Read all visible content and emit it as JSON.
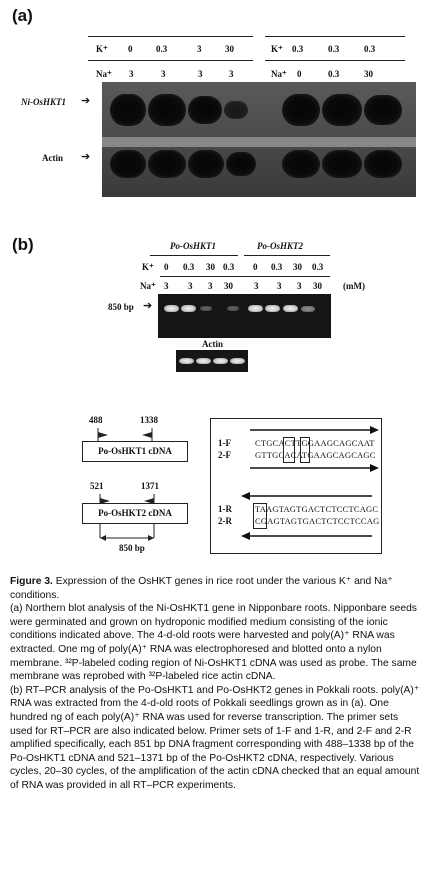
{
  "panel_a": {
    "label": "(a)",
    "k_label": "K⁺",
    "na_label": "Na⁺",
    "left_group": {
      "k": [
        "0",
        "0.3",
        "3",
        "30"
      ],
      "na": [
        "3",
        "3",
        "3",
        "3"
      ]
    },
    "right_group": {
      "k": [
        "0.3",
        "0.3",
        "0.3"
      ],
      "na": [
        "0",
        "0.3",
        "30"
      ]
    },
    "row1_label": "Ni-OsHKT1",
    "row2_label": "Actin"
  },
  "panel_b": {
    "label": "(b)",
    "group1": "Po-OsHKT1",
    "group2": "Po-OsHKT2",
    "k_label": "K⁺",
    "na_label": "Na⁺",
    "k_values": [
      "0",
      "0.3",
      "30",
      "0.3",
      "0",
      "0.3",
      "30",
      "0.3"
    ],
    "na_values": [
      "3",
      "3",
      "3",
      "30",
      "3",
      "3",
      "3",
      "30"
    ],
    "unit": "(mM)",
    "size_marker": "850 bp",
    "actin_label": "Actin"
  },
  "diagram": {
    "gene1": {
      "start": "488",
      "end": "1338",
      "cdna": "Po-OsHKT1 cDNA"
    },
    "gene2": {
      "start": "521",
      "end": "1371",
      "cdna": "Po-OsHKT2 cDNA"
    },
    "product_size": "850 bp",
    "primers": [
      {
        "name": "1-F",
        "seq": "CTGCACTTGGAAGCAGCAAT"
      },
      {
        "name": "2-F",
        "seq": "GTTGCACATGAAGCAGCAGC"
      },
      {
        "name": "1-R",
        "seq": "TAAGTAGTGACTCTCCTCAGC"
      },
      {
        "name": "2-R",
        "seq": "CGAGTAGTGACTCTCCTCCAG"
      }
    ]
  },
  "caption": {
    "figure_label": "Figure 3.",
    "title_rest": " Expression of the OsHKT genes in rice root under the various K⁺ and Na⁺ conditions.",
    "para_a": "(a) Northern blot analysis of the Ni-OsHKT1 gene in Nipponbare roots. Nipponbare seeds were germinated and grown on hydroponic modified medium consisting of the ionic conditions indicated above. The 4-d-old roots were harvested and poly(A)⁺ RNA was extracted. One mg of poly(A)⁺ RNA was electrophoresed and blotted onto a nylon membrane. ³²P-labeled coding region of Ni-OsHKT1 cDNA was used as probe. The same membrane was reprobed with ³²P-labeled rice actin cDNA.",
    "para_b": "(b) RT–PCR analysis of the Po-OsHKT1 and Po-OsHKT2 genes in Pokkali roots. poly(A)⁺ RNA was extracted from the 4-d-old roots of Pokkali seedlings grown as in (a). One hundred ng of each poly(A)⁺ RNA was used for reverse transcription. The primer sets used for RT–PCR are also indicated below. Primer sets of 1-F and 1-R, and 2-F and 2-R amplified specifically, each 851 bp DNA fragment corresponding with 488–1338 bp of the Po-OsHKT1 cDNA and 521–1371 bp of the Po-OsHKT2 cDNA, respectively. Various cycles, 20–30 cycles, of the amplification of the actin cDNA checked that an equal amount of RNA was provided in all RT–PCR experiments."
  }
}
